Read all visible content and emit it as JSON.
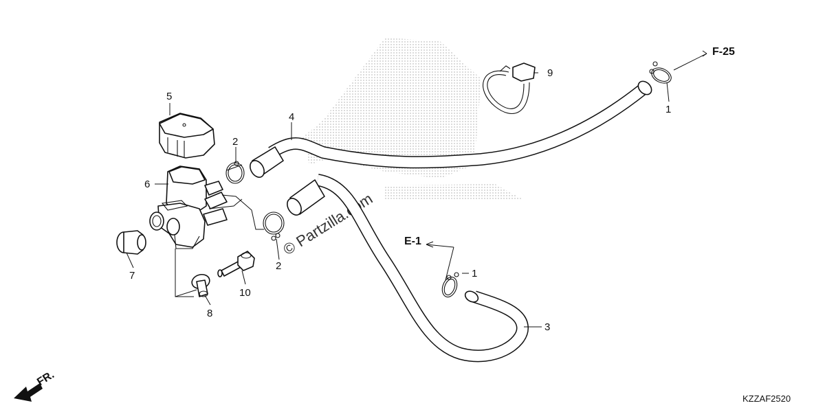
{
  "diagram": {
    "drawing_code": "KZZAF2520",
    "watermark": "© Partzilla.com",
    "direction_arrow": "FR.",
    "references": [
      {
        "id": "f25",
        "label": "F-25"
      },
      {
        "id": "e1",
        "label": "E-1"
      }
    ],
    "parts": [
      {
        "id": "p1a",
        "number": "1"
      },
      {
        "id": "p1b",
        "number": "1"
      },
      {
        "id": "p2a",
        "number": "2"
      },
      {
        "id": "p2b",
        "number": "2"
      },
      {
        "id": "p3",
        "number": "3"
      },
      {
        "id": "p4",
        "number": "4"
      },
      {
        "id": "p5",
        "number": "5"
      },
      {
        "id": "p6",
        "number": "6"
      },
      {
        "id": "p7",
        "number": "7"
      },
      {
        "id": "p8",
        "number": "8"
      },
      {
        "id": "p9",
        "number": "9"
      },
      {
        "id": "p10",
        "number": "10"
      }
    ]
  }
}
